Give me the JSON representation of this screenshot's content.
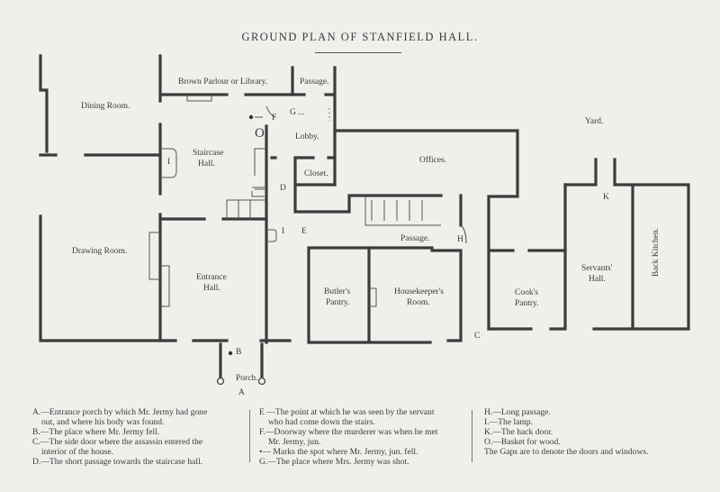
{
  "title": "GROUND PLAN OF STANFIELD HALL.",
  "rooms": {
    "dining_room": "Dining Room.",
    "brown_parlour": "Brown Parlour or Library.",
    "passage_top": "Passage.",
    "staircase_hall_1": "Staircase",
    "staircase_hall_2": "Hall.",
    "lobby": "Lobby.",
    "closet": "Closet.",
    "offices": "Offices.",
    "yard": "Yard.",
    "drawing_room": "Drawing Room.",
    "entrance_hall_1": "Entrance",
    "entrance_hall_2": "Hall.",
    "butlers_pantry_1": "Butler's",
    "butlers_pantry_2": "Pantry.",
    "housekeepers_room_1": "Housekeeper's",
    "housekeepers_room_2": "Room.",
    "passage_long": "Passage.",
    "cooks_pantry_1": "Cook's",
    "cooks_pantry_2": "Pantry.",
    "servants_hall_1": "Servants'",
    "servants_hall_2": "Hall.",
    "back_kitchen": "Back Kitchen.",
    "porch": "Porch."
  },
  "markers": {
    "A": "A",
    "B": "B",
    "C": "C",
    "D": "D",
    "E": "E",
    "F": "F",
    "G": "G ...",
    "H": "H",
    "I1": "I",
    "I2": "I",
    "K": "K",
    "O": "O"
  },
  "legend": {
    "col1": [
      "A.—Entrance porch by which Mr. Jermy had gone",
      "out, and where his body was found.",
      "B.—The place where Mr. Jermy fell.",
      "C.—The side door where the assassin entered the",
      "interior of the house.",
      "D.—The short passage towards the staircase hall."
    ],
    "col2": [
      "E —The point at which he was seen by the servant",
      "who had come down the stairs.",
      "F.—Doorway where the murderer was when he met",
      "Mr. Jermy, jun.",
      "•— Marks the spot where Mr. Jermy, jun. fell.",
      "G.—The place where Mrs. Jermy was shot."
    ],
    "col3": [
      "H.—Long passage.",
      "I.—The lamp.",
      "K.—The hack door.",
      "O.—Basket for wood.",
      "The Gaps are to denote the doors and windows."
    ]
  },
  "colors": {
    "wall": "#3c3c3c",
    "paper": "#efefec"
  }
}
